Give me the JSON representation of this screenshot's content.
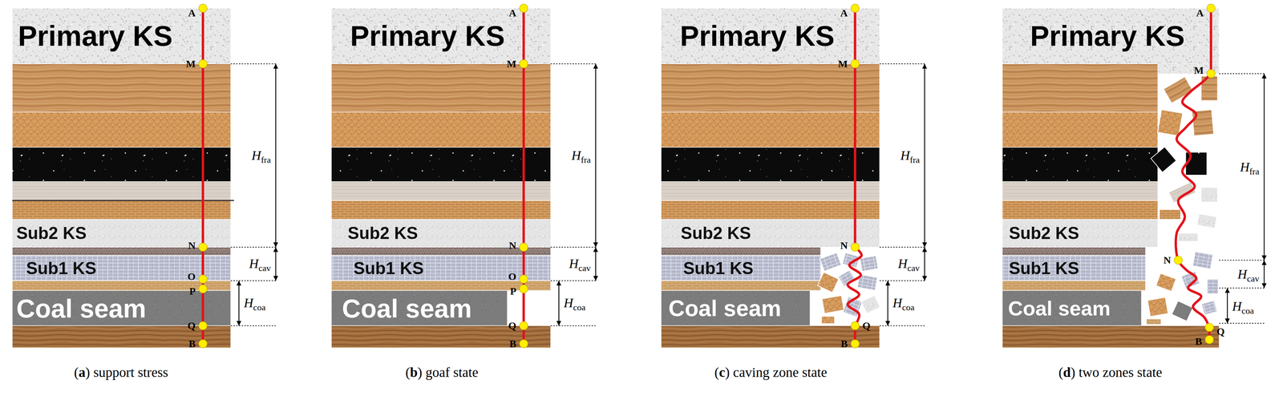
{
  "diagram": {
    "nodes": [
      {
        "text": [
          "Primary KS"
        ]
      },
      {
        "text": [
          "Sub2 KS"
        ]
      },
      {
        "text": [
          "Sub1 KS"
        ]
      },
      {
        "text": [
          "Coal seam"
        ]
      },
      {
        "text": [
          "Primary KS"
        ]
      },
      {
        "text": [
          "Sub2 KS"
        ]
      },
      {
        "text": [
          "Sub1 KS"
        ]
      },
      {
        "text": [
          "Coal seam"
        ]
      },
      {
        "text": [
          "Primary KS"
        ]
      },
      {
        "text": [
          "Sub2 KS"
        ]
      },
      {
        "text": [
          "Sub1 KS"
        ]
      },
      {
        "text": [
          "Coal seam"
        ]
      },
      {
        "text": [
          "Primary KS"
        ]
      },
      {
        "text": [
          "Sub2 KS"
        ]
      },
      {
        "text": [
          "Sub1 KS"
        ]
      },
      {
        "text": [
          "Coal seam"
        ]
      }
    ],
    "labels": [
      "A",
      "M",
      "N",
      "O",
      "P",
      "Q",
      "B",
      "Hfra",
      "Hcav",
      "Hcoa",
      "(a) support stress",
      "A",
      "M",
      "N",
      "O",
      "P",
      "Q",
      "B",
      "Hfra",
      "Hcav",
      "Hcoa",
      "(b) goaf state",
      "A",
      "M",
      "N",
      "Q",
      "B",
      "Hfra",
      "Hcav",
      "Hcoa",
      "(c) caving zone state",
      "A",
      "M",
      "N",
      "Q",
      "B",
      "Hfra",
      "Hcav",
      "Hcoa",
      "(d) two zones state"
    ]
  }
}
